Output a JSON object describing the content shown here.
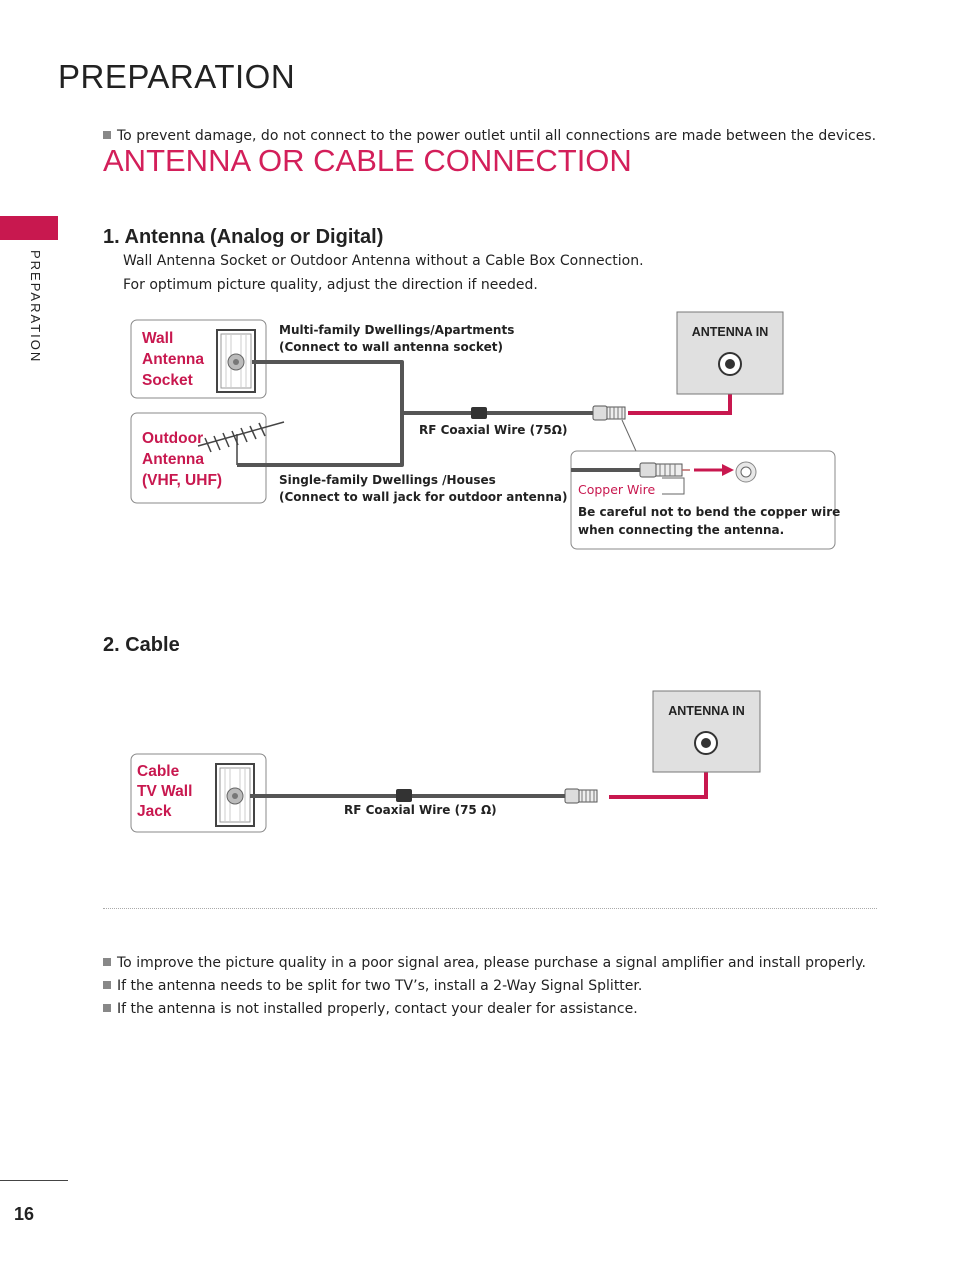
{
  "header": {
    "title": "PREPARATION"
  },
  "sidebar": {
    "label": "PREPARATION"
  },
  "warning": "To prevent damage, do not connect to the power outlet until all connections are made between the devices.",
  "section_title": "ANTENNA OR CABLE CONNECTION",
  "antenna": {
    "heading": "1. Antenna (Analog or Digital)",
    "desc_line1": "Wall Antenna Socket or Outdoor Antenna without a Cable Box Connection.",
    "desc_line2": "For optimum picture quality, adjust the direction if needed.",
    "wall_label": [
      "Wall",
      "Antenna",
      "Socket"
    ],
    "outdoor_label": [
      "Outdoor",
      "Antenna",
      "(VHF, UHF)"
    ],
    "multi_family_line1": "Multi-family Dwellings/Apartments",
    "multi_family_line2": "(Connect to wall antenna socket)",
    "single_family_line1": "Single-family Dwellings /Houses",
    "single_family_line2": "(Connect to wall jack for outdoor antenna)",
    "coax_label": "RF Coaxial Wire (75Ω)",
    "antenna_in_label": "ANTENNA IN",
    "copper_wire_label": "Copper Wire",
    "copper_note_line1": "Be careful not to bend the copper wire",
    "copper_note_line2": "when connecting the antenna."
  },
  "cable": {
    "heading": "2. Cable",
    "jack_label": [
      "Cable",
      "TV Wall",
      "Jack"
    ],
    "coax_label": "RF Coaxial Wire (75 Ω)",
    "antenna_in_label": "ANTENNA IN"
  },
  "tips": [
    "To improve the picture quality in a poor signal area, please purchase a signal amplifier and install properly.",
    "If the antenna needs to be split for two TV’s, install a 2-Way Signal Splitter.",
    "If the antenna is not installed properly, contact your dealer for assistance."
  ],
  "page_number": "16",
  "colors": {
    "accent": "#c8184f",
    "title_red": "#d31f5a",
    "cable_gray": "#555555",
    "panel_gray": "#e0e0e0"
  }
}
